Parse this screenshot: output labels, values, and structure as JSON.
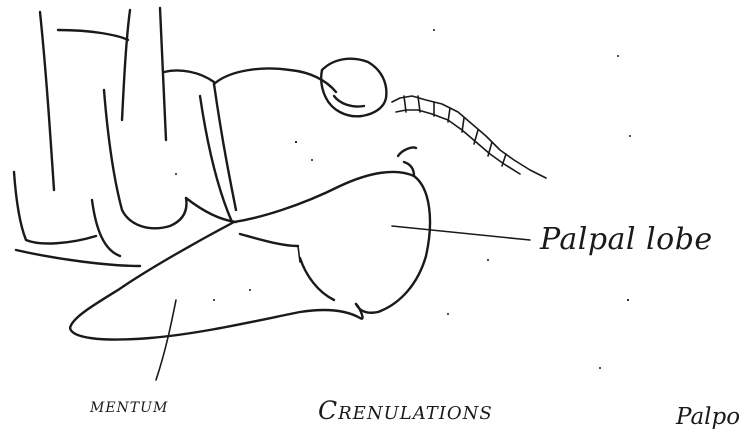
{
  "labels": {
    "palpal_lobe": "Palpal lobe",
    "mentum": "mentum",
    "crenulations": "Crenulations",
    "cut_off": "Palpo"
  },
  "colors": {
    "ink": "#1a1a1a",
    "paper": "#ffffff"
  }
}
